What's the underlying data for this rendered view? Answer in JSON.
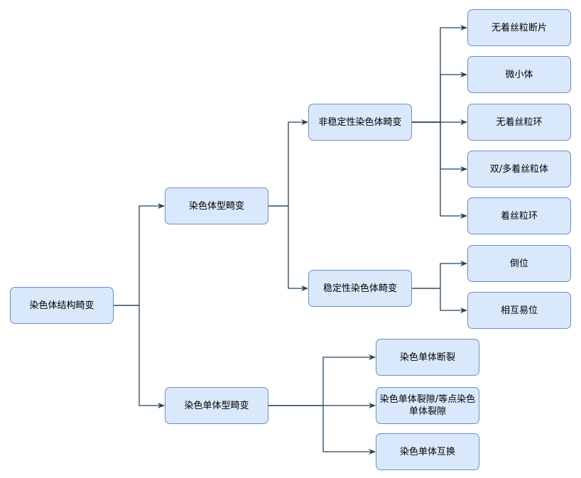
{
  "diagram": {
    "root": "染色体结构畸变",
    "branch_chromosome": "染色体型畸变",
    "branch_chromatid": "染色单体型畸变",
    "unstable": "非稳定性染色体畸变",
    "stable": "稳定性染色体畸变",
    "unstable_children": [
      "无着丝粒断片",
      "微小体",
      "无着丝粒环",
      "双/多着丝粒体",
      "着丝粒环"
    ],
    "stable_children": [
      "倒位",
      "相互易位"
    ],
    "chromatid_children": [
      "染色单体断裂",
      "染色单体裂隙/等点染色单体裂隙",
      "染色单体互换"
    ]
  },
  "colors": {
    "node_fill": "#dae8fc",
    "node_border": "#6c8ebf",
    "edge": "#23445d"
  }
}
